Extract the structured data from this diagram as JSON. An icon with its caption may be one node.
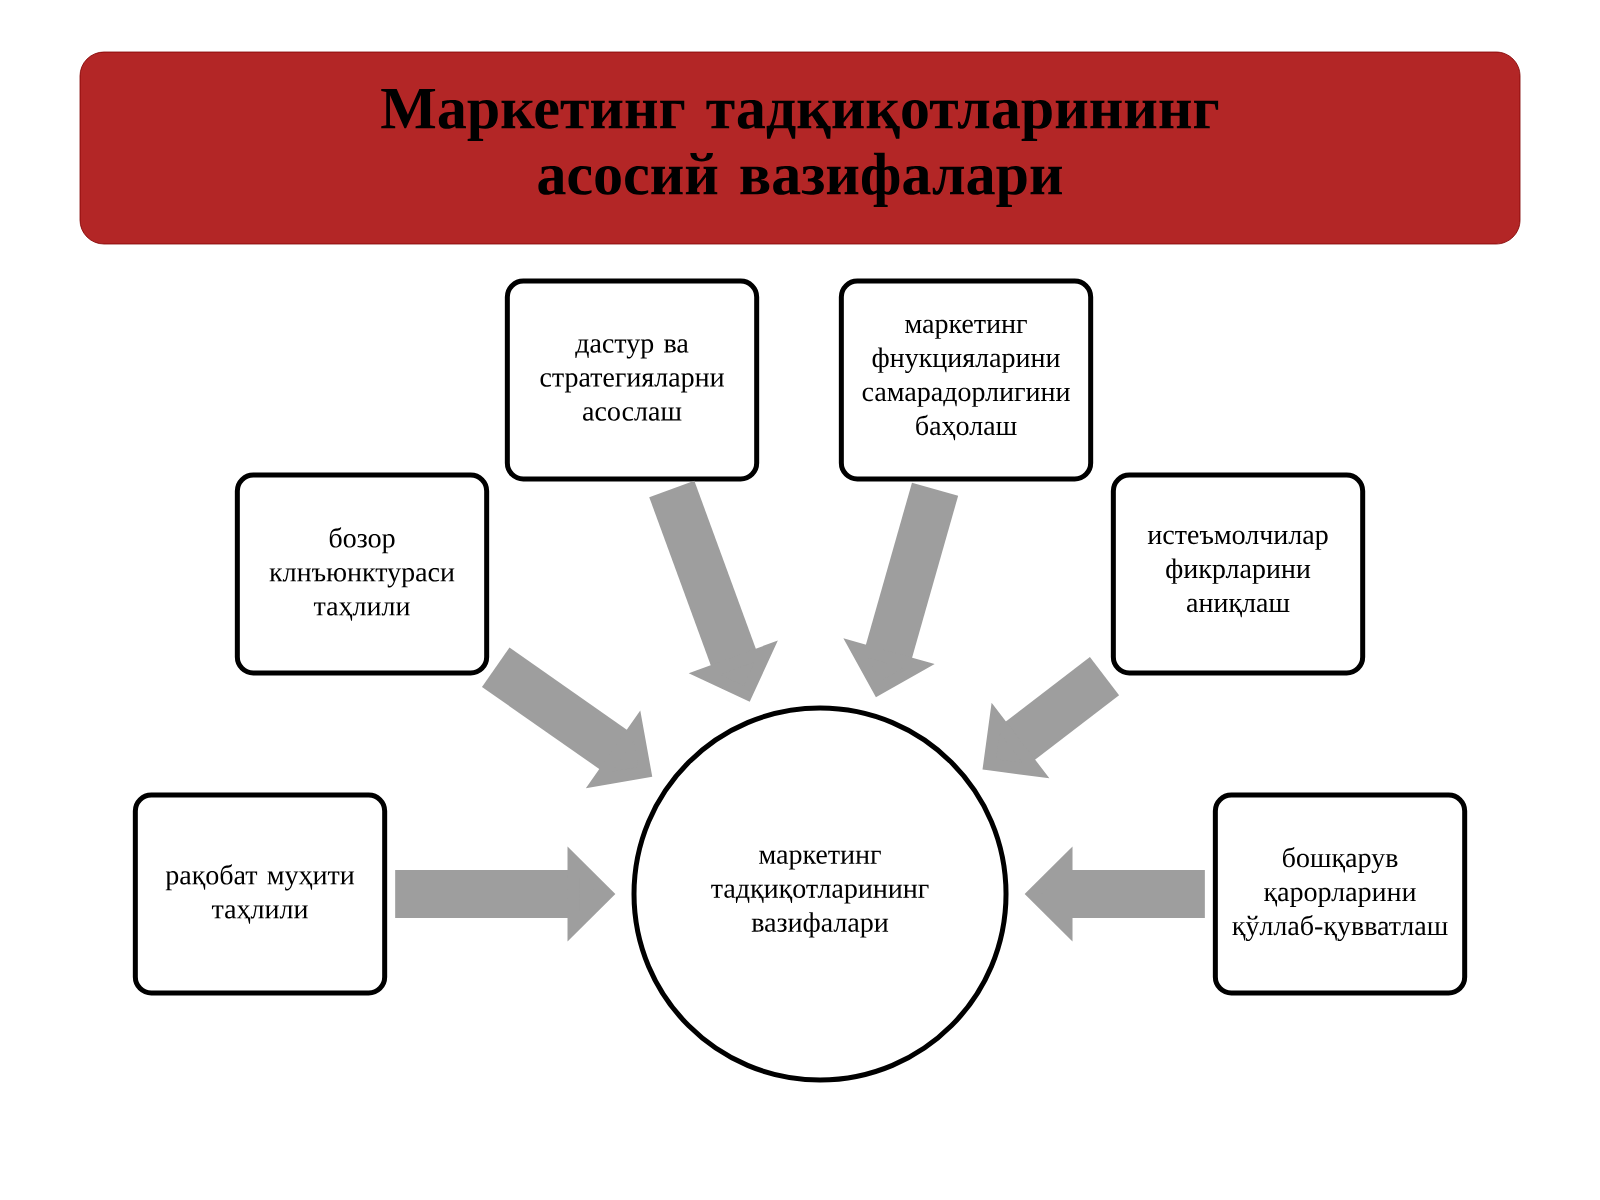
{
  "diagram": {
    "title": "Маркетинг тадқиқотларининг асосий вазифалари",
    "nodes": [
      {
        "text": [
          "дастур ва стратегияларни асослаш"
        ]
      },
      {
        "text": [
          "маркетинг фнукцияларини самарадорлигини баҳолаш"
        ]
      },
      {
        "text": [
          "бозор клнъюнктураси таҳлили"
        ]
      },
      {
        "text": [
          "истеъмолчилар фикрларини аниқлаш"
        ]
      },
      {
        "text": [
          "рақобат муҳити таҳлили"
        ]
      },
      {
        "text": [
          "маркетинг тадқиқотларининг вазифалари"
        ]
      },
      {
        "text": [
          "бошқарув қарорларини қўллаб-қувватлаш"
        ]
      }
    ],
    "edges": [
      {
        "from": 0,
        "to": 5,
        "arrow": "to"
      },
      {
        "from": 1,
        "to": 5,
        "arrow": "to"
      },
      {
        "from": 2,
        "to": 5,
        "arrow": "to"
      },
      {
        "from": 3,
        "to": 5,
        "arrow": "to"
      },
      {
        "from": 4,
        "to": 5,
        "arrow": "to"
      },
      {
        "from": 6,
        "to": 5,
        "arrow": "to"
      }
    ]
  }
}
